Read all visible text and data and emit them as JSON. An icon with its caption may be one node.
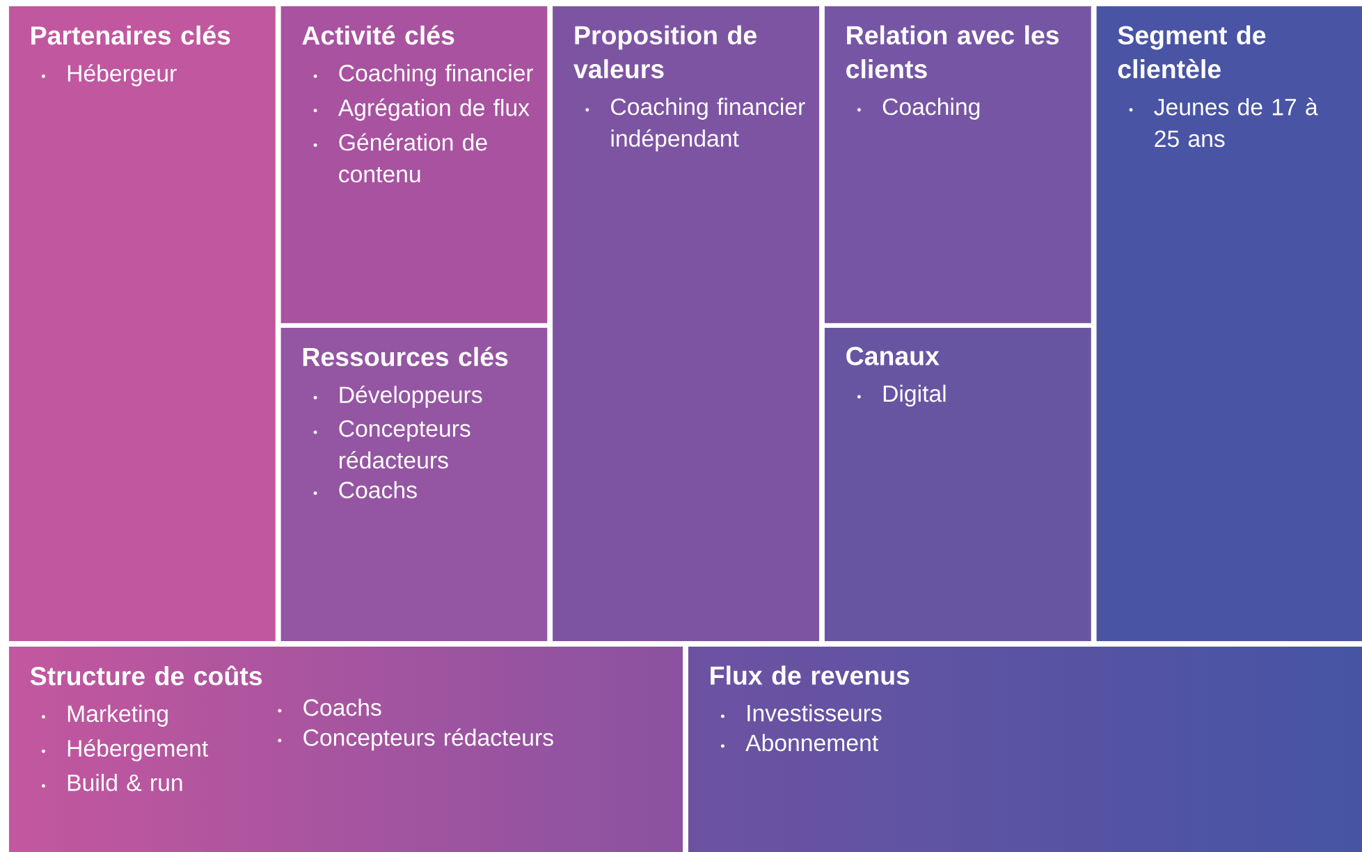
{
  "diagram": {
    "nodes": [
      {
        "text": [
          "Partenaires clés",
          "Hébergeur"
        ]
      },
      {
        "text": [
          "Activité clés",
          "Coaching financier",
          "Agrégation de flux",
          "Génération de contenu"
        ]
      },
      {
        "text": [
          "Ressources clés",
          "Développeurs",
          "Concepteurs rédacteurs",
          "Coachs"
        ]
      },
      {
        "text": [
          "Proposition de valeurs",
          "Coaching financier indépendant"
        ]
      },
      {
        "text": [
          "Relation avec les clients",
          "Coaching"
        ]
      },
      {
        "text": [
          "Canaux",
          "Digital"
        ]
      },
      {
        "text": [
          "Segment de clientèle",
          "Jeunes de 17 à 25 ans"
        ]
      },
      {
        "text": [
          "Structure de coûts",
          "Marketing",
          "Hébergement",
          "Build & run",
          "Coachs",
          "Concepteurs rédacteurs"
        ]
      },
      {
        "text": [
          "Flux de revenus",
          "Investisseurs",
          "Abonnement"
        ]
      }
    ]
  }
}
